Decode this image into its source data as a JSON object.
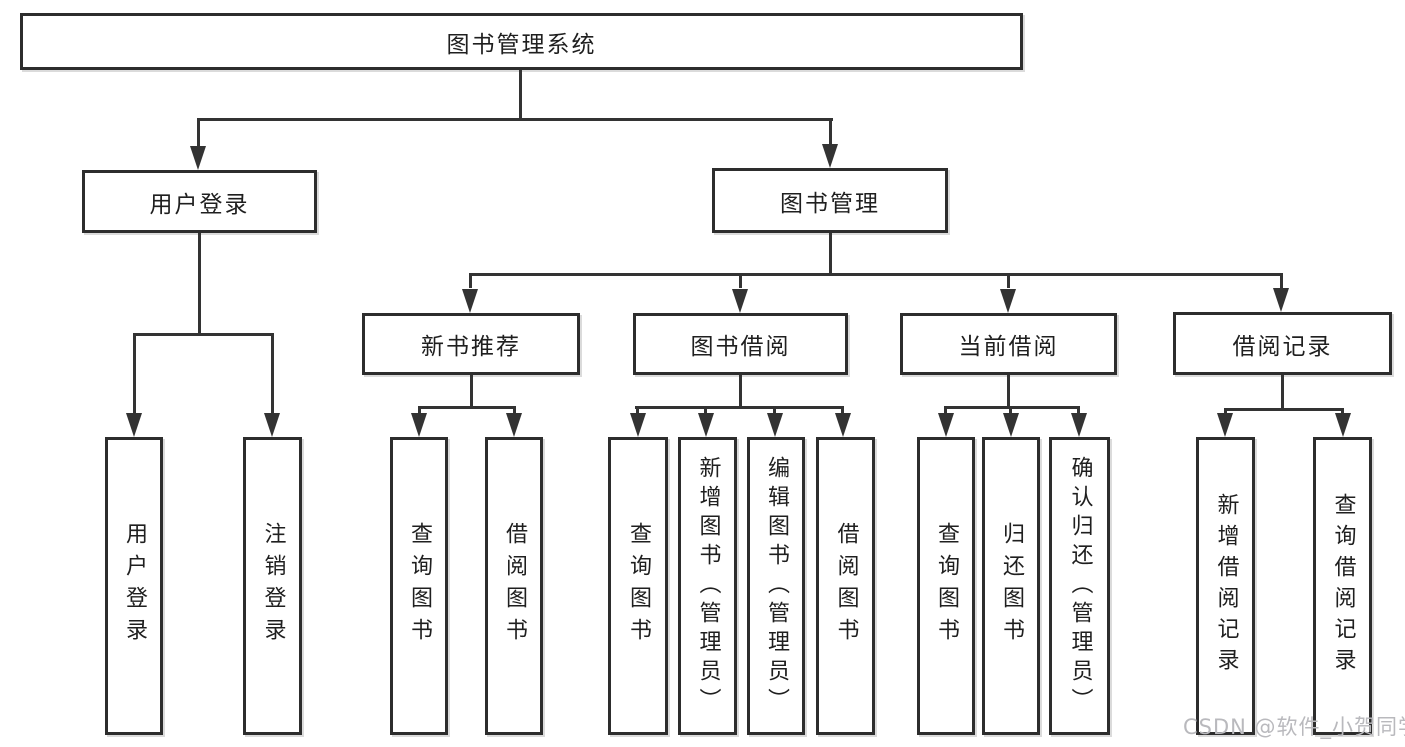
{
  "diagram": {
    "root": "图书管理系统",
    "user_login": {
      "label": "用户登录",
      "children": [
        "用户登录",
        "注销登录"
      ]
    },
    "book_mgmt": {
      "label": "图书管理"
    },
    "groups": [
      {
        "label": "新书推荐",
        "children": [
          "查询图书",
          "借阅图书"
        ]
      },
      {
        "label": "图书借阅",
        "children": [
          "查询图书",
          "新增图书（管理员）",
          "编辑图书（管理员）",
          "借阅图书"
        ]
      },
      {
        "label": "当前借阅",
        "children": [
          "查询图书",
          "归还图书",
          "确认归还（管理员）"
        ]
      },
      {
        "label": "借阅记录",
        "children": [
          "新增借阅记录",
          "查询借阅记录"
        ]
      }
    ]
  },
  "watermark": "CSDN @软件_小贺同学",
  "colors": {
    "line": "#333333",
    "box_border": "#2d2d2d",
    "text": "#1f1f1f",
    "watermark": "#b9b9bd",
    "background": "#ffffff"
  }
}
